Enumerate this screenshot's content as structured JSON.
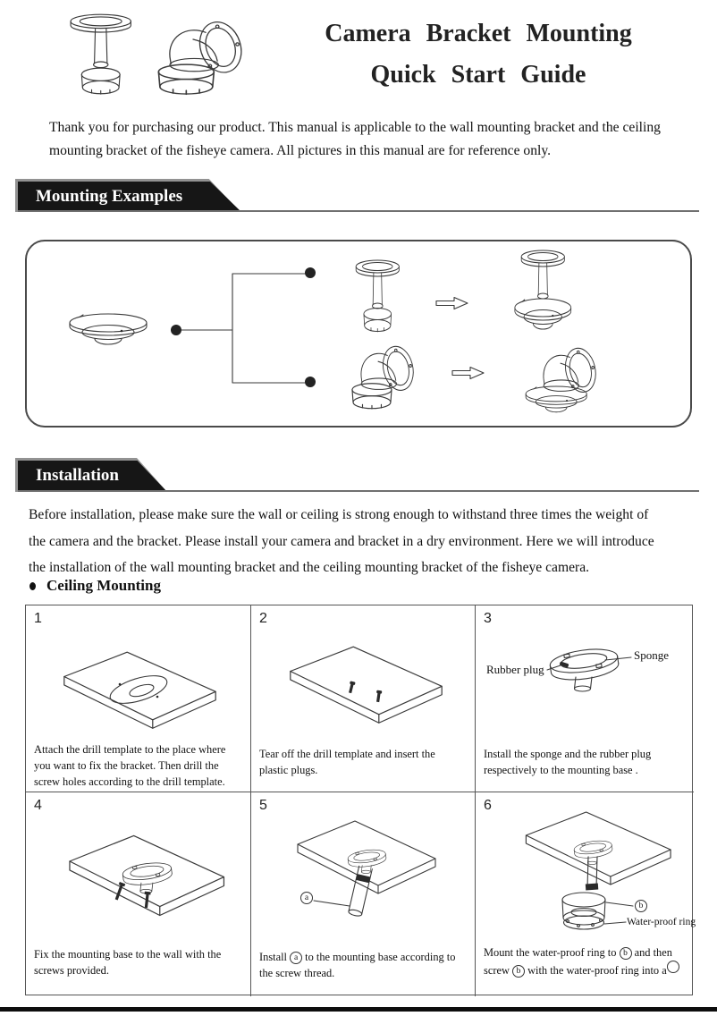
{
  "header": {
    "title_line1": "Camera Bracket Mounting",
    "title_line2": "Quick Start Guide"
  },
  "intro": {
    "text": "Thank you for purchasing our product. This manual is applicable to the wall mounting bracket and the ceiling mounting bracket of the fisheye camera. All pictures in this manual are for reference only."
  },
  "sections": {
    "mounting_examples": {
      "label": "Mounting Examples"
    },
    "installation": {
      "label": "Installation",
      "body": "Before installation, please make sure the wall or ceiling is strong enough to withstand three times the weight of the camera and the bracket. Please install your camera and bracket in a dry environment. Here we will introduce the installation of the wall mounting bracket and the ceiling mounting bracket of the fisheye camera."
    }
  },
  "ceiling_mounting": {
    "heading": "Ceiling Mounting",
    "steps": [
      {
        "num": "1",
        "caption": "Attach the drill template to the place where you want to fix the bracket. Then drill the screw holes according to the drill template."
      },
      {
        "num": "2",
        "caption": "Tear off the drill template and insert the plastic plugs."
      },
      {
        "num": "3",
        "caption": "Install the sponge and the rubber plug respectively to the mounting base .",
        "labels": {
          "rubber_plug": "Rubber plug",
          "sponge": "Sponge"
        }
      },
      {
        "num": "4",
        "caption": "Fix the mounting base to the wall with the screws provided."
      },
      {
        "num": "5",
        "caption_parts": [
          "Install ",
          "a",
          " to the mounting base according to the screw thread."
        ],
        "labels": {
          "part_a": "a"
        }
      },
      {
        "num": "6",
        "caption_parts": [
          "Mount the water-proof ring to ",
          "b",
          " and then screw ",
          "b",
          " with the water-proof ring into a",
          ""
        ],
        "labels": {
          "part_b": "b",
          "water_proof_ring": "Water-proof ring"
        }
      }
    ]
  },
  "colors": {
    "banner_bg": "#161616",
    "line_art": "#3a3a3a",
    "rule": "#707070",
    "footer_bar": "#0d0d0d"
  }
}
